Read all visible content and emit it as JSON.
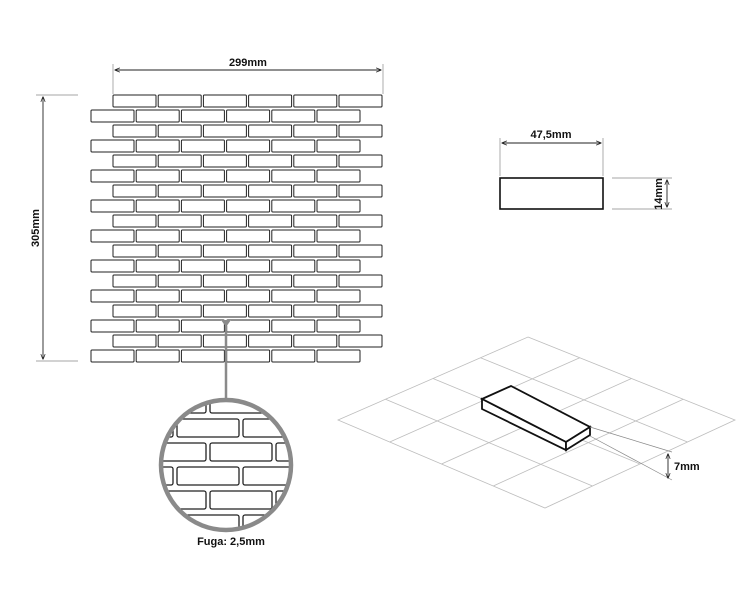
{
  "drawing": {
    "width_label": "299mm",
    "height_label": "305mm",
    "grout_label": "Fuga: 2,5mm"
  },
  "tile": {
    "length_label": "47,5mm",
    "height_label": "14mm",
    "thickness_label": "7mm"
  },
  "colors": {
    "line": "#222222",
    "grid": "#bdbdbd",
    "leader": "#8a8a8a"
  }
}
